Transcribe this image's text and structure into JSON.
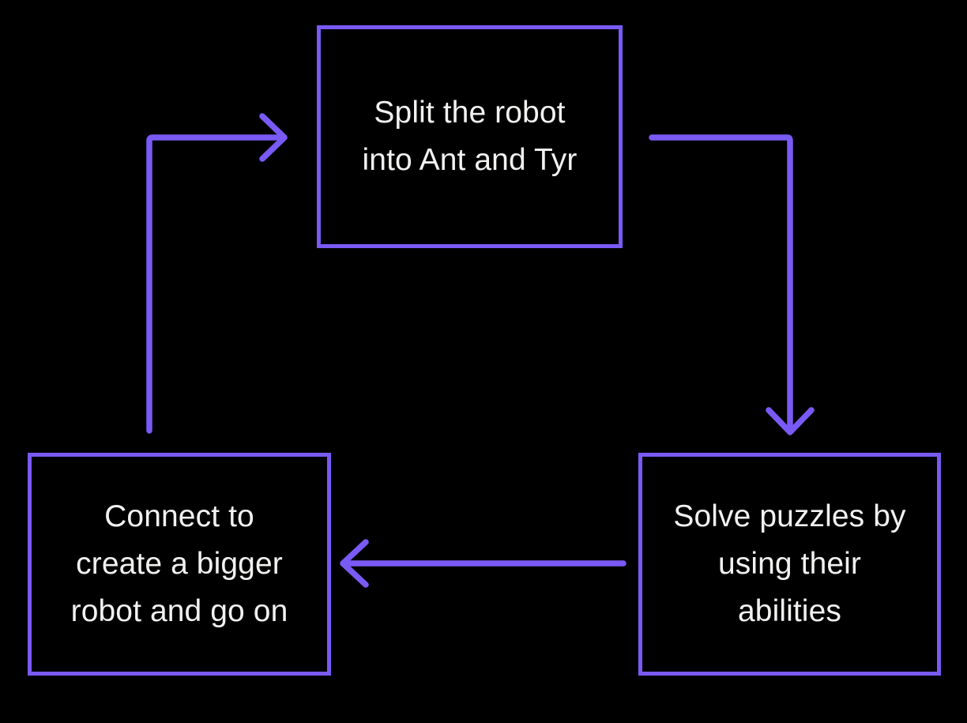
{
  "diagram": {
    "type": "cycle-flowchart",
    "title": "",
    "background_color": "#000000",
    "accent_color": "#7a5af5",
    "text_color": "#f2f1f0",
    "nodes": [
      {
        "id": "split",
        "label": "Split the robot\ninto Ant and Tyr",
        "position": "top-center"
      },
      {
        "id": "solve",
        "label": "Solve puzzles by\nusing their\nabilities",
        "position": "bottom-right"
      },
      {
        "id": "connect",
        "label": "Connect to\ncreate a bigger\nrobot and go on",
        "position": "bottom-left"
      }
    ],
    "edges": [
      {
        "id": "split-to-solve",
        "from": "split",
        "to": "solve",
        "direction": "down"
      },
      {
        "id": "solve-to-connect",
        "from": "solve",
        "to": "connect",
        "direction": "left"
      },
      {
        "id": "connect-to-split",
        "from": "connect",
        "to": "split",
        "direction": "right"
      }
    ]
  }
}
